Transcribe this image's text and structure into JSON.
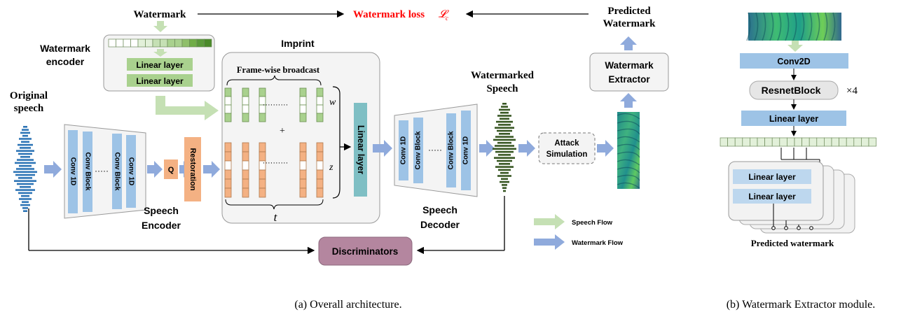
{
  "overall": {
    "watermark_label": "Watermark",
    "loss_label": "Watermark loss",
    "loss_symbol": "𝓛",
    "loss_subscript": "c",
    "predicted_label_line1": "Predicted",
    "predicted_label_line2": "Watermark",
    "wm_encoder_line1": "Watermark",
    "wm_encoder_line2": "encoder",
    "linear_layer_1": "Linear layer",
    "linear_layer_2": "Linear layer",
    "imprint_label": "Imprint",
    "broadcast_label": "Frame-wise broadcast",
    "dots": "··········",
    "plus": "+",
    "w_label": "w",
    "z_label": "z",
    "t_label": "t",
    "imprint_linear": "Linear layer",
    "original_line1": "Original",
    "original_line2": "speech",
    "enc_conv1": "Conv 1D",
    "enc_block1": "Conv Block",
    "enc_block2": "Conv Block",
    "enc_conv2": "Conv 1D",
    "enc_dots": "·····",
    "speech_encoder_line1": "Speech",
    "speech_encoder_line2": "Encoder",
    "q_label": "Q",
    "restoration_label": "Restoration",
    "dec_conv1": "Conv 1D",
    "dec_block1": "Conv Block",
    "dec_block2": "Conv Block",
    "dec_conv2": "Conv 1D",
    "dec_dots": "·····",
    "speech_decoder_line1": "Speech",
    "speech_decoder_line2": "Decoder",
    "watermarked_line1": "Watermarked",
    "watermarked_line2": "Speech",
    "attack_line1": "Attack",
    "attack_line2": "Simulation",
    "extractor_line1": "Watermark",
    "extractor_line2": "Extractor",
    "discriminators_label": "Discriminators",
    "legend_speech": "Speech Flow",
    "legend_watermark": "Watermark Flow",
    "caption": "(a) Overall architecture."
  },
  "extractor_module": {
    "conv2d": "Conv2D",
    "resnet": "ResnetBlock",
    "times": "×4",
    "linear": "Linear layer",
    "inner_linear_1": "Linear layer",
    "inner_linear_2": "Linear layer",
    "predicted": "Predicted watermark",
    "caption": "(b) Watermark Extractor module."
  },
  "colors": {
    "blue_block": "#9dc3e6",
    "orange_block": "#f4b183",
    "green_cell": "#a9d18e",
    "teal_layer": "#7fbfc4",
    "discriminator": "#b4869f",
    "speech_wave": "#2e75b6",
    "wm_wave": "#385723",
    "speech_flow_arrow": "#c5e0b4",
    "wm_flow_arrow": "#8faadc",
    "loss_red": "#ff0000"
  }
}
